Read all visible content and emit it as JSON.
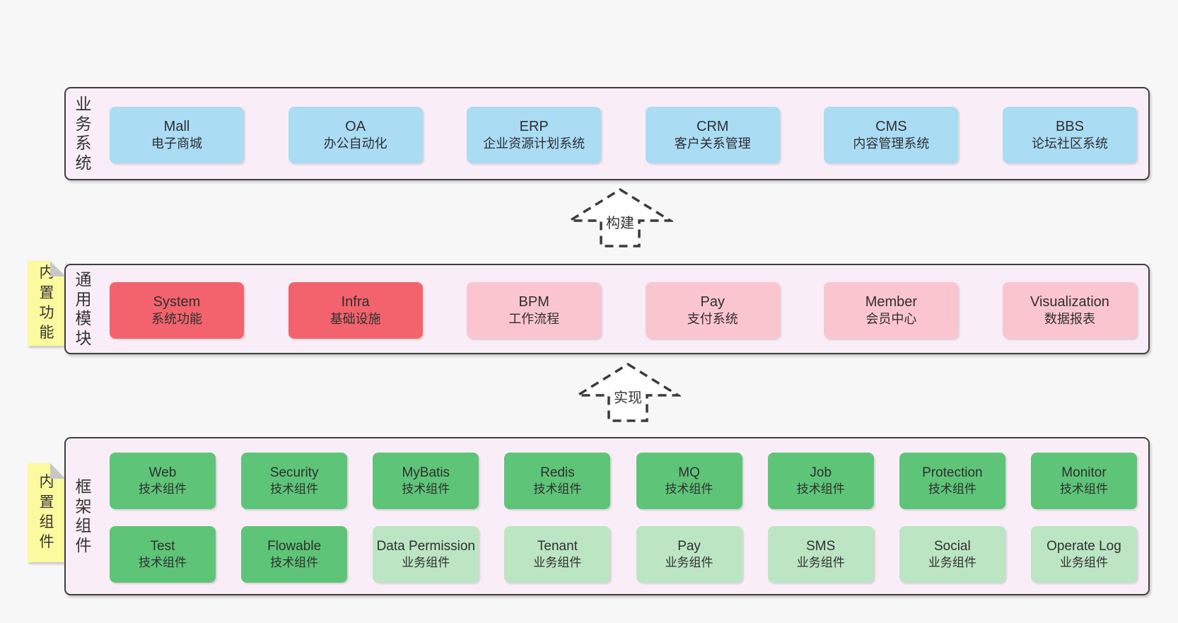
{
  "colors": {
    "page": "#f7f7f7",
    "band_bg": "#f9eef7",
    "band_border": "#3f3f3f",
    "blue": "#aadcf4",
    "red": "#f2636d",
    "pink": "#fbc5d0",
    "green": "#5ec578",
    "green_light": "#bce5c4",
    "yellow": "#fbfa9e",
    "fold": "#c7c7c7",
    "text": "#2f2f2f"
  },
  "arrows": [
    {
      "label": "构建"
    },
    {
      "label": "实现"
    }
  ],
  "bands": [
    {
      "label_vertical": "业务系统",
      "boxes": [
        {
          "name": "Mall",
          "desc": "电子商城"
        },
        {
          "name": "OA",
          "desc": "办公自动化"
        },
        {
          "name": "ERP",
          "desc": "企业资源计划系统"
        },
        {
          "name": "CRM",
          "desc": "客户关系管理"
        },
        {
          "name": "CMS",
          "desc": "内容管理系统"
        },
        {
          "name": "BBS",
          "desc": "论坛社区系统"
        }
      ]
    },
    {
      "label_vertical": "通用模块",
      "sticky": "内置功能",
      "boxes": [
        {
          "name": "System",
          "desc": "系统功能"
        },
        {
          "name": "Infra",
          "desc": "基础设施"
        },
        {
          "name": "BPM",
          "desc": "工作流程"
        },
        {
          "name": "Pay",
          "desc": "支付系统"
        },
        {
          "name": "Member",
          "desc": "会员中心"
        },
        {
          "name": "Visualization",
          "desc": "数据报表"
        }
      ]
    },
    {
      "label_vertical": "框架组件",
      "sticky": "内置组件",
      "rows": [
        [
          {
            "name": "Web",
            "desc": "技术组件"
          },
          {
            "name": "Security",
            "desc": "技术组件"
          },
          {
            "name": "MyBatis",
            "desc": "技术组件"
          },
          {
            "name": "Redis",
            "desc": "技术组件"
          },
          {
            "name": "MQ",
            "desc": "技术组件"
          },
          {
            "name": "Job",
            "desc": "技术组件"
          },
          {
            "name": "Protection",
            "desc": "技术组件"
          },
          {
            "name": "Monitor",
            "desc": "技术组件"
          }
        ],
        [
          {
            "name": "Test",
            "desc": "技术组件"
          },
          {
            "name": "Flowable",
            "desc": "技术组件"
          },
          {
            "name": "Data Permission",
            "desc": "业务组件"
          },
          {
            "name": "Tenant",
            "desc": "业务组件"
          },
          {
            "name": "Pay",
            "desc": "业务组件"
          },
          {
            "name": "SMS",
            "desc": "业务组件"
          },
          {
            "name": "Social",
            "desc": "业务组件"
          },
          {
            "name": "Operate Log",
            "desc": "业务组件"
          }
        ]
      ]
    }
  ]
}
